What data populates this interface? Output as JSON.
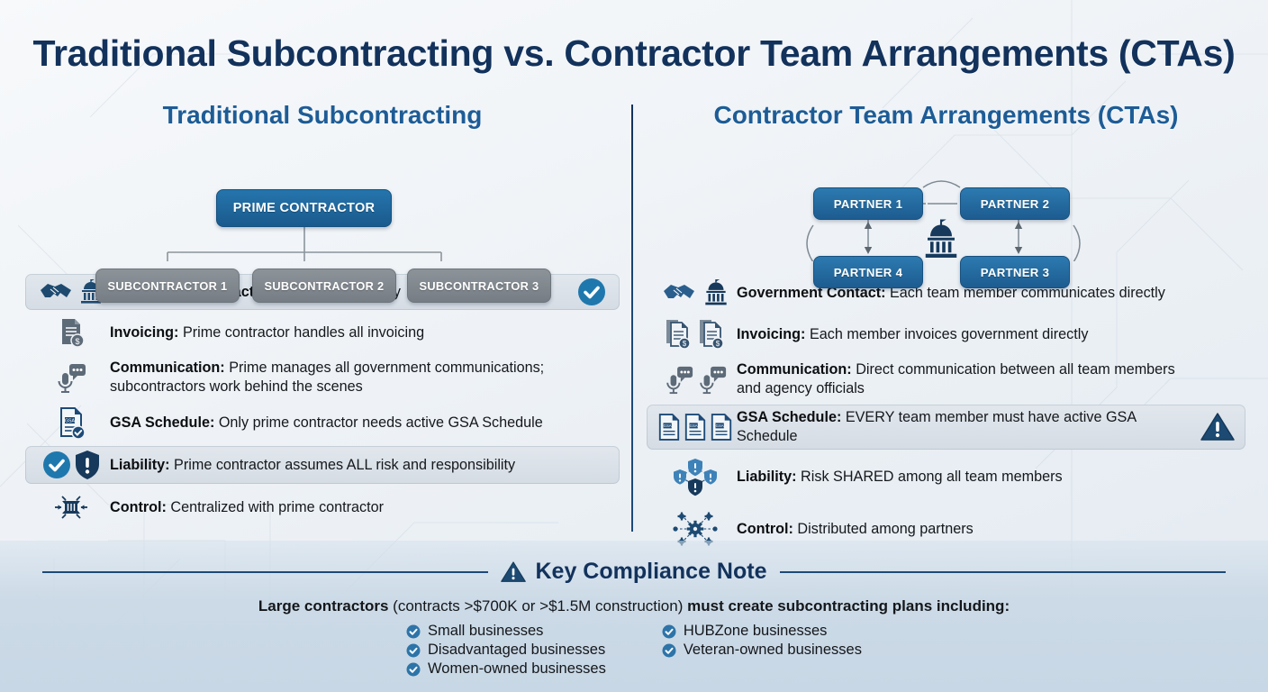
{
  "title": "Traditional Subcontracting vs. Contractor Team Arrangements (CTAs)",
  "colors": {
    "title_navy": "#12325c",
    "heading_blue": "#1d5c96",
    "prime_box_blue": "#1a5a8c",
    "partner_box_blue": "#1d5c90",
    "sub_box_gray": "#767d84",
    "badge_check_blue": "#1f78ad",
    "badge_warn_navy": "#1c4a72",
    "divider_navy": "#1d4a77",
    "highlight_row_bg": "#d9e0e7",
    "note_band_bg": "#c8d7e5"
  },
  "left": {
    "heading": "Traditional Subcontracting",
    "diagram": {
      "prime": "PRIME CONTRACTOR",
      "subs": [
        "SUBCONTRACTOR 1",
        "SUBCONTRACTOR 2",
        "SUBCONTRACTOR 3"
      ]
    },
    "rows": [
      {
        "icons": [
          "handshake-icon",
          "capitol-building-icon"
        ],
        "label": "Government Contact:",
        "text": " Prime contractor only",
        "highlight": true,
        "badge": "check-circle-icon"
      },
      {
        "icons": [
          "invoice-dollar-icon"
        ],
        "label": "Invoicing:",
        "text": " Prime contractor handles all invoicing",
        "highlight": false,
        "badge": ""
      },
      {
        "icons": [
          "microphone-chat-icon"
        ],
        "label": "Communication:",
        "text": " Prime manages all government communications; subcontractors work behind the scenes",
        "highlight": false,
        "badge": ""
      },
      {
        "icons": [
          "gsa-document-check-icon"
        ],
        "label": "GSA Schedule:",
        "text": " Only prime contractor needs active GSA Schedule",
        "highlight": false,
        "badge": ""
      },
      {
        "icons": [
          "check-circle-icon",
          "shield-alert-icon"
        ],
        "label": "Liability:",
        "text": " Prime contractor assumes ALL risk and responsibility",
        "highlight": true,
        "badge": ""
      },
      {
        "icons": [
          "centralized-control-icon"
        ],
        "label": "Control:",
        "text": " Centralized with prime contractor",
        "highlight": false,
        "badge": ""
      }
    ]
  },
  "right": {
    "heading": "Contractor Team Arrangements (CTAs)",
    "diagram": {
      "partners": [
        "PARTNER 1",
        "PARTNER 2",
        "PARTNER 3",
        "PARTNER 4"
      ],
      "center_icon": "capitol-building-icon"
    },
    "rows": [
      {
        "icons": [
          "handshake-icon",
          "capitol-building-icon"
        ],
        "label": "Government Contact:",
        "text": " Each team member communicates directly",
        "highlight": false,
        "badge": ""
      },
      {
        "icons": [
          "invoice-dollar-icon",
          "invoice-dollar-icon"
        ],
        "label": "Invoicing:",
        "text": " Each member invoices government directly",
        "highlight": false,
        "badge": ""
      },
      {
        "icons": [
          "microphone-chat-icon",
          "microphone-chat-icon"
        ],
        "label": "Communication:",
        "text": " Direct communication between all team members and agency officials",
        "highlight": false,
        "badge": ""
      },
      {
        "icons": [
          "gsa-document-icon",
          "gsa-document-icon",
          "gsa-document-icon"
        ],
        "label": "GSA Schedule:",
        "text": " EVERY team member must have active GSA Schedule",
        "highlight": true,
        "badge": "warning-triangle-icon"
      },
      {
        "icons": [
          "shared-shields-icon"
        ],
        "label": "Liability:",
        "text": " Risk SHARED among all team members",
        "highlight": false,
        "badge": ""
      },
      {
        "icons": [
          "distributed-gears-icon"
        ],
        "label": "Control:",
        "text": " Distributed among partners",
        "highlight": false,
        "badge": ""
      }
    ]
  },
  "note": {
    "icon": "warning-triangle-icon",
    "title": "Key Compliance Note",
    "subtitle_strong_1": "Large contractors",
    "subtitle_plain": " (contracts >$700K or >$1.5M construction) ",
    "subtitle_strong_2": "must create subcontracting plans including:",
    "list_left": [
      "Small businesses",
      "Disadvantaged businesses",
      "Women-owned businesses"
    ],
    "list_right": [
      "HUBZone businesses",
      "Veteran-owned businesses"
    ]
  }
}
